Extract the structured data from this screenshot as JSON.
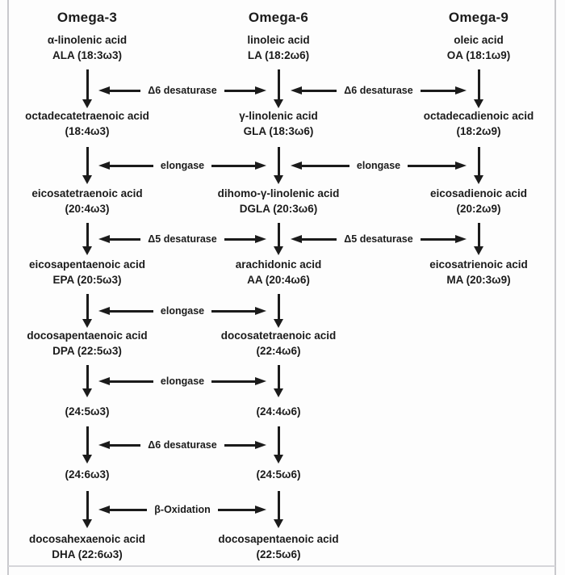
{
  "columns": [
    {
      "header": "Omega-3",
      "nodes": [
        {
          "line1": "α-linolenic acid",
          "line2": "ALA (18:3ω3)"
        },
        {
          "line1": "octadecatetraenoic acid",
          "line2": "(18:4ω3)"
        },
        {
          "line1": "eicosatetraenoic acid",
          "line2": "(20:4ω3)"
        },
        {
          "line1": "eicosapentaenoic acid",
          "line2": "EPA (20:5ω3)"
        },
        {
          "line1": "docosapentaenoic acid",
          "line2": "DPA (22:5ω3)"
        },
        {
          "line2": "(24:5ω3)"
        },
        {
          "line2": "(24:6ω3)"
        },
        {
          "line1": "docosahexaenoic acid",
          "line2": "DHA (22:6ω3)"
        }
      ]
    },
    {
      "header": "Omega-6",
      "nodes": [
        {
          "line1": "linoleic acid",
          "line2": "LA (18:2ω6)"
        },
        {
          "line1": "γ-linolenic acid",
          "line2": "GLA (18:3ω6)"
        },
        {
          "line1": "dihomo-γ-linolenic acid",
          "line2": "DGLA (20:3ω6)"
        },
        {
          "line1": "arachidonic acid",
          "line2": "AA (20:4ω6)"
        },
        {
          "line1": "docosatetraenoic acid",
          "line2": "(22:4ω6)"
        },
        {
          "line2": "(24:4ω6)"
        },
        {
          "line2": "(24:5ω6)"
        },
        {
          "line1": "docosapentaenoic acid",
          "line2": "(22:5ω6)"
        }
      ]
    },
    {
      "header": "Omega-9",
      "nodes": [
        {
          "line1": "oleic acid",
          "line2": "OA (18:1ω9)"
        },
        {
          "line1": "octadecadienoic acid",
          "line2": "(18:2ω9)"
        },
        {
          "line1": "eicosadienoic acid",
          "line2": "(20:2ω9)"
        },
        {
          "line1": "eicosatrienoic acid",
          "line2": "MA (20:3ω9)"
        }
      ]
    }
  ],
  "enzyme_rows": [
    {
      "left": "Δ6 desaturase",
      "right": "Δ6 desaturase"
    },
    {
      "left": "elongase",
      "right": "elongase"
    },
    {
      "left": "Δ5 desaturase",
      "right": "Δ5 desaturase"
    },
    {
      "left": "elongase"
    },
    {
      "left": "elongase"
    },
    {
      "left": "Δ6 desaturase"
    },
    {
      "left": "β-Oxidation"
    }
  ],
  "colors": {
    "text": "#1b1b1b",
    "background": "#fdfdfd",
    "frame_line": "#c9c9cd"
  }
}
